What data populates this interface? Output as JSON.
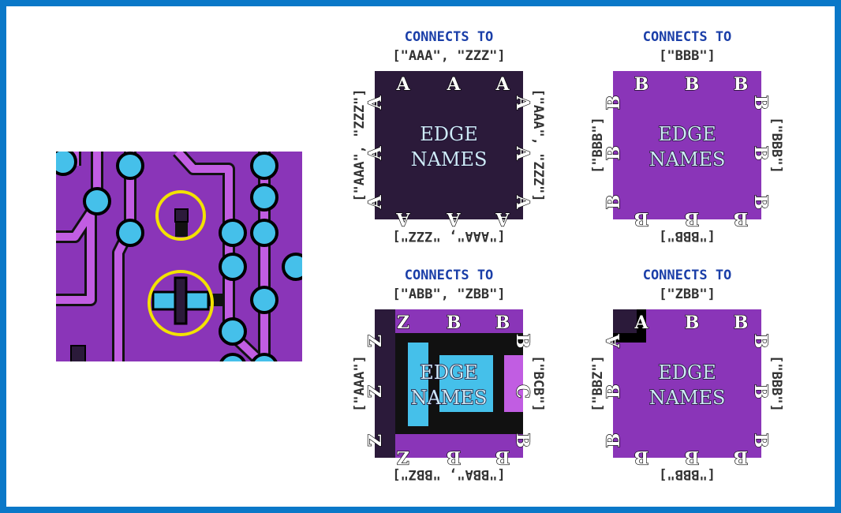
{
  "colors": {
    "frame": "#0a78c8",
    "purple": "#8a35b8",
    "dark": "#2b1a3a",
    "cyan": "#45c0ea",
    "light_purple": "#c15de2",
    "highlight": "#f2e200",
    "header": "#1a3ea8"
  },
  "tiles": [
    {
      "header": "CONNECTS TO",
      "top": "[\"AAA\", \"ZZZ\"]",
      "right": "[\"AAA\", \"ZZZ\"]",
      "bottom": "[\"AAA\", \"ZZZ\"]",
      "left": "[\"AAA\", \"ZZZ\"]",
      "center_line1": "EDGE",
      "center_line2": "NAMES",
      "edges": {
        "top": [
          "A",
          "A",
          "A"
        ],
        "right": [
          "A",
          "A",
          "A"
        ],
        "bottom": [
          "A",
          "A",
          "A"
        ],
        "left": [
          "A",
          "A",
          "A"
        ]
      }
    },
    {
      "header": "CONNECTS TO",
      "top": "[\"BBB\"]",
      "right": "[\"BBB\"]",
      "bottom": "[\"BBB\"]",
      "left": "[\"BBB\"]",
      "center_line1": "EDGE",
      "center_line2": "NAMES",
      "edges": {
        "top": [
          "B",
          "B",
          "B"
        ],
        "right": [
          "B",
          "B",
          "B"
        ],
        "bottom": [
          "B",
          "B",
          "B"
        ],
        "left": [
          "B",
          "B",
          "B"
        ]
      }
    },
    {
      "header": "CONNECTS TO",
      "top": "[\"ABB\", \"ZBB\"]",
      "right": "[\"BCB\"]",
      "bottom": "[\"BBA\", \"BBZ\"]",
      "left": "[\"AAA\"]",
      "center_line1": "EDGE",
      "center_line2": "NAMES",
      "edges": {
        "top": [
          "Z",
          "B",
          "B"
        ],
        "right": [
          "B",
          "C",
          "B"
        ],
        "bottom": [
          "Z",
          "B",
          "B"
        ],
        "left": [
          "Z",
          "Z",
          "Z"
        ]
      }
    },
    {
      "header": "CONNECTS TO",
      "top": "[\"ZBB\"]",
      "right": "[\"BBB\"]",
      "bottom": "[\"BBB\"]",
      "left": "[\"BBZ\"]",
      "center_line1": "EDGE",
      "center_line2": "NAMES",
      "edges": {
        "top": [
          "A",
          "B",
          "B"
        ],
        "right": [
          "B",
          "B",
          "B"
        ],
        "bottom": [
          "B",
          "B",
          "B"
        ],
        "left": [
          "A",
          "B",
          "B"
        ]
      }
    }
  ]
}
